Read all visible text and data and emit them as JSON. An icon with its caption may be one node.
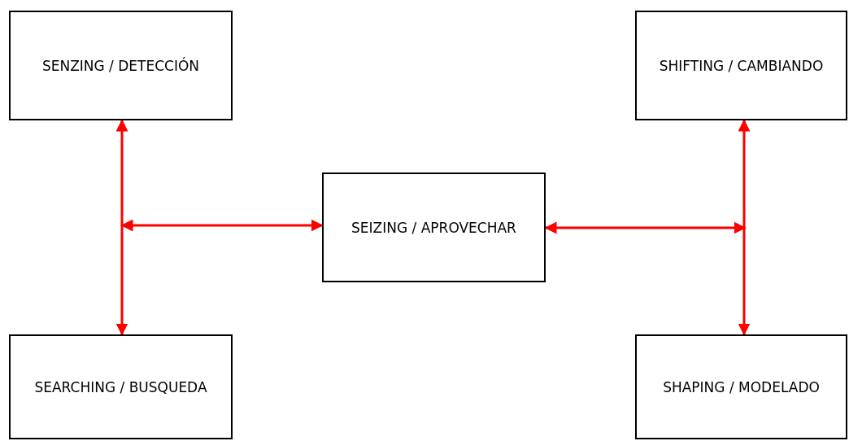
{
  "diagram": {
    "nodes": [
      {
        "text": [
          "SENZING / DETECCIÓN"
        ]
      },
      {
        "text": [
          "SHIFTING / CAMBIANDO"
        ]
      },
      {
        "text": [
          "SEIZING / APROVECHAR"
        ]
      },
      {
        "text": [
          "SEARCHING / BUSQUEDA"
        ]
      },
      {
        "text": [
          "SHAPING / MODELADO"
        ]
      }
    ],
    "edges": [
      {
        "from": 0,
        "to": 3,
        "arrow": "both"
      },
      {
        "from": null,
        "to": 2,
        "arrow": "both"
      },
      {
        "from": 2,
        "to": null,
        "arrow": "both"
      },
      {
        "from": 1,
        "to": 4,
        "arrow": "both"
      }
    ]
  }
}
